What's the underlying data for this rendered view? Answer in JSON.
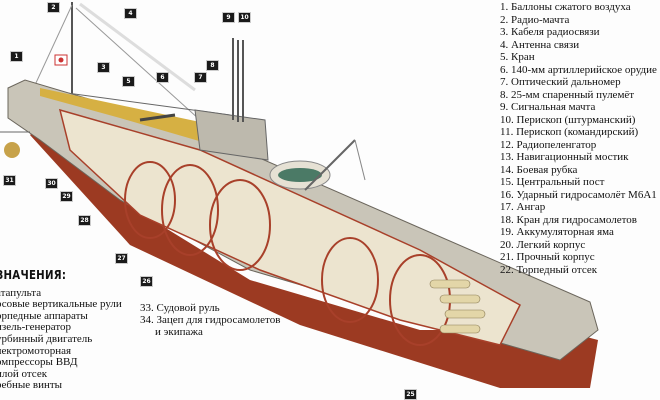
{
  "legend_right": [
    "1. Баллоны сжатого воздуха",
    "2. Радио-мачта",
    "3. Кабеля радиосвязи",
    "4. Антенна связи",
    "5. Кран",
    "6. 140-мм артиллерийское орудие",
    "7. Оптический дальномер",
    "8. 25-мм спаренный пулемёт",
    "9. Сигнальная мачта",
    "10. Перископ (штурманский)",
    "11. Перископ (командирский)",
    "12. Радиопеленгатор",
    "13. Навигационный мостик",
    "14. Боевая рубка",
    "15. Центральный пост",
    "16. Ударный гидросамолёт M6A1",
    "17. Ангар",
    "18. Кран для гидросамолетов",
    "19. Аккумуляторная яма",
    "20. Легкий корпус",
    "21. Прочный корпус",
    "22. Торпедный отсек"
  ],
  "legend_left": {
    "heading": "ЗНАЧЕНИЯ:",
    "items": [
      "атапульта",
      "осовые вертикальные рули",
      "орпедные аппараты",
      "изель-генератор",
      "урбинный двигатель",
      "лектромоторная",
      "омпрессоры ВВД",
      "илой отсек",
      "ребные винты"
    ]
  },
  "legend_middle": {
    "item33": "33. Судовой руль",
    "item34": "34. Зацеп для гидросамолетов",
    "item34_cont": "и экипажа"
  },
  "callouts": [
    "1",
    "2",
    "3",
    "4",
    "5",
    "6",
    "7",
    "8",
    "9",
    "10",
    "31",
    "30",
    "29",
    "28",
    "27",
    "26",
    "25"
  ],
  "colors": {
    "hull_gray": "#c9c5b8",
    "deck_yellow": "#d6b043",
    "keel_red": "#9c3a22",
    "interior_cream": "#ece4cf"
  }
}
